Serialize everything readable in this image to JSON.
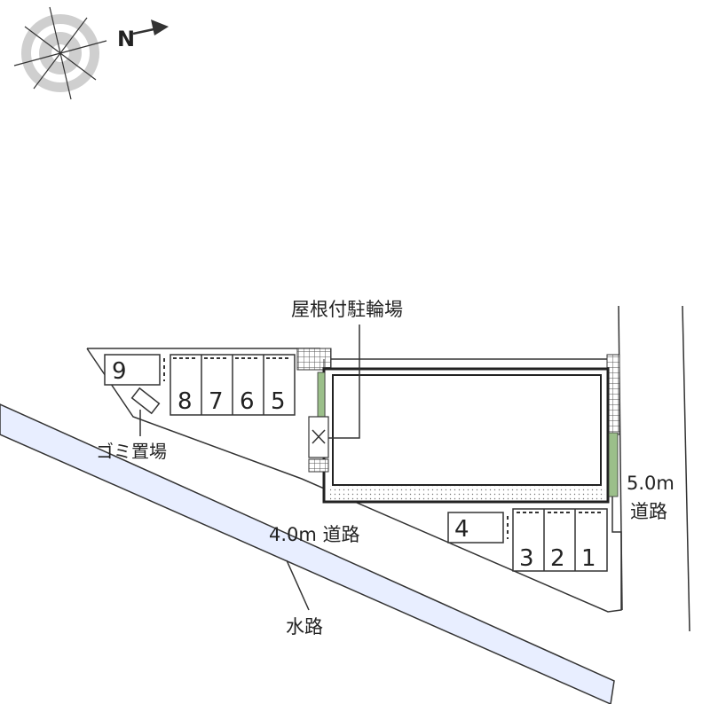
{
  "labels": {
    "bicycle_parking": "屋根付駐輪場",
    "garbage": "ゴミ置場",
    "road_4m": "4.0m 道路",
    "road_5m_width": "5.0m",
    "road_5m_word": "道路",
    "waterway": "水路",
    "north": "N"
  },
  "parking_spaces": [
    "9",
    "8",
    "7",
    "6",
    "5",
    "4",
    "3",
    "2",
    "1"
  ],
  "colors": {
    "waterway_fill": "#e8eeff",
    "line": "#333333",
    "hatch": "#555555",
    "greenery": "#9bbf8a"
  },
  "icons": {
    "compass": "compass-rose-icon",
    "bicycle": "bicycle-shelter-icon"
  }
}
